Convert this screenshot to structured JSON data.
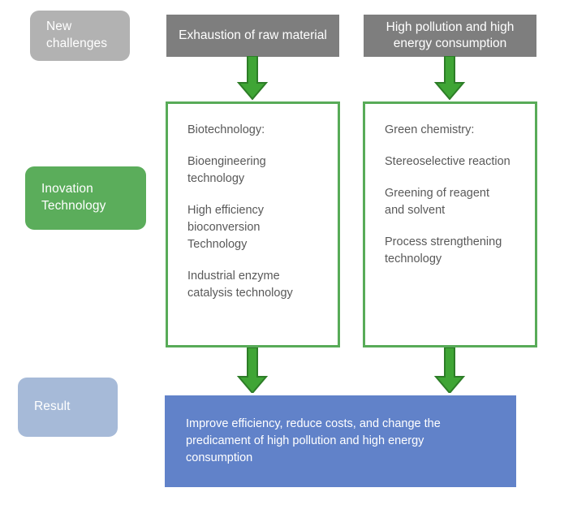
{
  "diagram": {
    "title": "Innovation technology flow: new challenges to result",
    "colors": {
      "stage_label_gray": "#b2b2b2",
      "stage_label_green": "#5bad5b",
      "stage_label_blue": "#a6bad8",
      "challenge_header_gray": "#7e7e7e",
      "panel_border_green": "#58ab58",
      "arrow_green": "#3fa535",
      "arrow_outline_green": "#2d7d27",
      "result_blue": "#6182c9",
      "body_text_gray": "#595959",
      "header_text_white": "#ffffff"
    }
  },
  "stage_labels": [
    {
      "id": "new-challenges",
      "text": "New\nchallenges",
      "color": "#b2b2b2"
    },
    {
      "id": "inovation-technology",
      "text": "Inovation\nTechnology",
      "color": "#5bad5b"
    },
    {
      "id": "result",
      "text": "Result",
      "color": "#a6bad8"
    }
  ],
  "challenges": [
    {
      "id": "raw-material",
      "text": "Exhaustion of raw material"
    },
    {
      "id": "pollution-energy",
      "text": "High pollution and high energy consumption"
    }
  ],
  "technology_panels": [
    {
      "id": "biotechnology",
      "heading": "Biotechnology:",
      "items": [
        "Bioengineering\ntechnology",
        "High efficiency\nbioconversion\nTechnology",
        "Industrial enzyme\ncatalysis technology"
      ]
    },
    {
      "id": "green-chemistry",
      "heading": "Green chemistry:",
      "items": [
        "Stereoselective reaction",
        "Greening of reagent\nand solvent",
        "Process strengthening\ntechnology"
      ]
    }
  ],
  "result": {
    "text": "Improve efficiency, reduce costs, and change the predicament of high pollution and high energy consumption"
  },
  "arrows": [
    {
      "id": "top-left",
      "direction": "down",
      "from": "raw-material",
      "to": "biotechnology"
    },
    {
      "id": "top-right",
      "direction": "down",
      "from": "pollution-energy",
      "to": "green-chemistry"
    },
    {
      "id": "bottom-left",
      "direction": "down",
      "from": "biotechnology",
      "to": "result"
    },
    {
      "id": "bottom-right",
      "direction": "down",
      "from": "green-chemistry",
      "to": "result"
    }
  ]
}
